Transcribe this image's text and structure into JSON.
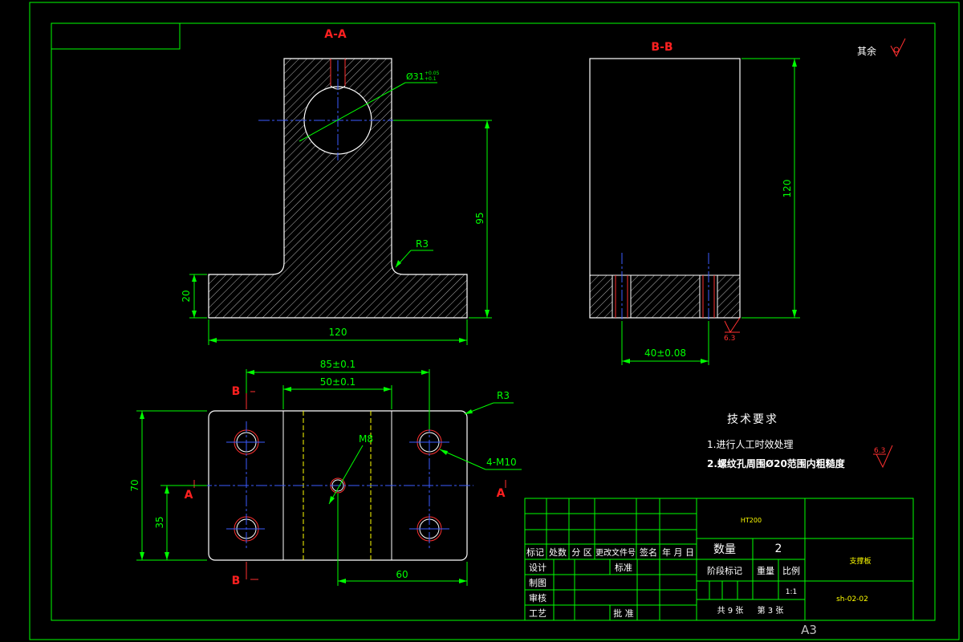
{
  "colors": {
    "background": "#000000",
    "border": "#00ff00",
    "outline": "#ffffff",
    "dimension": "#00ff00",
    "centerline": "#3b5bff",
    "hatch": "#ffffff",
    "section_label": "#ff2020",
    "hole_accent": "#ff3030",
    "hidden": "#ffff00",
    "title_text": "#ffff00",
    "cyan_text": "#00ffff"
  },
  "views": {
    "section_aa_label": "A-A",
    "section_bb_label": "B-B",
    "cut_a_left": "A",
    "cut_a_right": "A",
    "cut_b_top": "B",
    "cut_b_bottom": "B"
  },
  "dimensions": {
    "aa_bore": "Ø31",
    "aa_bore_tol_upper": "+0.05",
    "aa_bore_tol_lower": "+0.1",
    "aa_height": "95",
    "aa_base_thickness": "20",
    "aa_width": "120",
    "aa_radius": "R3",
    "bb_height": "120",
    "bb_hole_spacing": "40±0.08",
    "bb_roughness": "6.3",
    "plan_outer_spacing": "85±0.1",
    "plan_inner_spacing": "50±0.1",
    "plan_corner_radius": "R3",
    "plan_center_thread": "M8",
    "plan_threads": "4-M10",
    "plan_width": "70",
    "plan_half_width": "35",
    "plan_offset": "60"
  },
  "roughness": {
    "rest_label": "其余",
    "tech_roughness": "6.3"
  },
  "tech_requirements": {
    "title": "技术要求",
    "items": [
      "1.进行人工时效处理",
      "2.螺纹孔周围Ø20范围内粗糙度"
    ]
  },
  "title_block": {
    "material": "HT200",
    "quantity_label": "数量",
    "quantity_value": "2",
    "part_name": "支撑板",
    "drawing_no": "sh-02-02",
    "header_row": [
      "标记",
      "处数",
      "分 区",
      "更改文件号",
      "签名",
      "年 月 日"
    ],
    "row_design": "设计",
    "row_standard": "标准",
    "row_draw": "制图",
    "row_review": "审核",
    "row_process": "工艺",
    "row_approve": "批 准",
    "stage_label": "阶段标记",
    "weight_label": "重量",
    "scale_label": "比例",
    "scale_value": "1:1",
    "sheets_total": "共 9 张",
    "sheet_no": "第 3 张"
  },
  "sheet_size": "A3"
}
